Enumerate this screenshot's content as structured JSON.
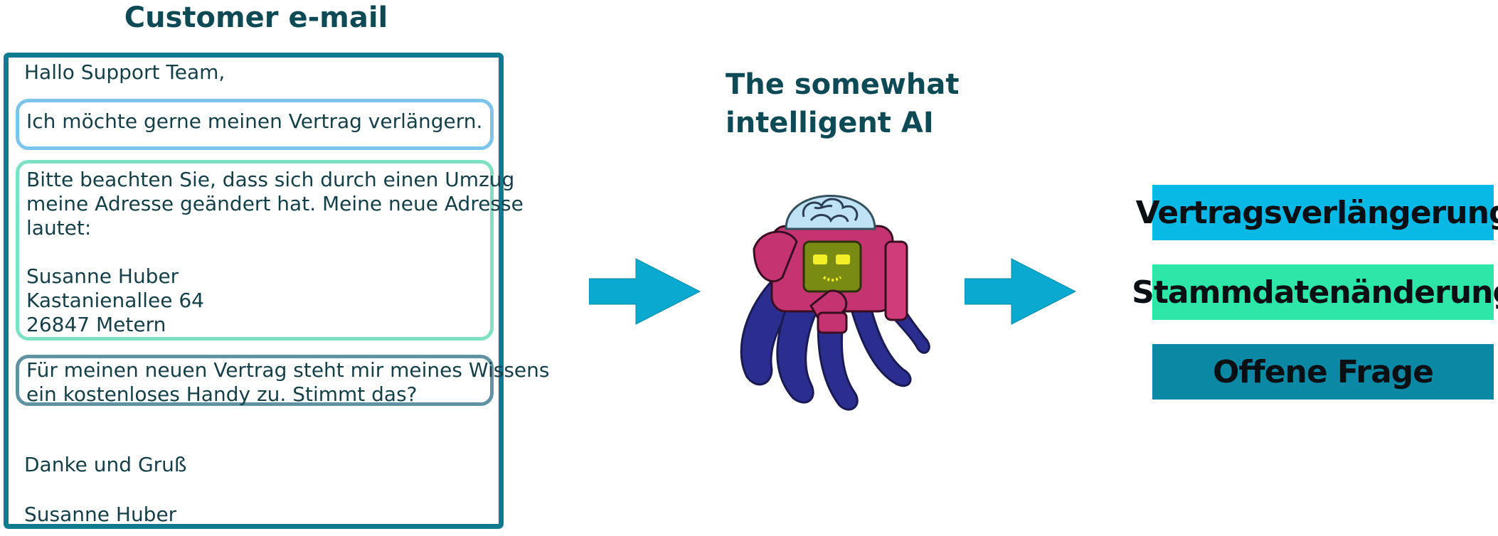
{
  "email": {
    "title": "Customer e-mail",
    "greeting": "Hallo Support Team,",
    "intent_segment": "Ich möchte gerne meinen Vertrag verlängern.",
    "data_segment": [
      "Bitte beachten Sie, dass sich durch einen Umzug",
      "meine Adresse geändert hat. Meine neue Adresse",
      "lautet:",
      "",
      "Susanne Huber",
      "Kastanienallee 64",
      "26847 Metern"
    ],
    "question_segment": [
      "Für meinen neuen Vertrag steht mir meines Wissens",
      "ein kostenloses Handy zu. Stimmt das?"
    ],
    "closing": "Danke und Gruß",
    "signature": "Susanne Huber"
  },
  "ai": {
    "title_line1": "The somewhat",
    "title_line2": "intelligent AI"
  },
  "labels": [
    {
      "text": "Vertragsverlängerung",
      "color": "#08b9e6"
    },
    {
      "text": "Stammdatenänderung",
      "color": "#2ee6a8"
    },
    {
      "text": "Offene Frage",
      "color": "#0b88a3"
    }
  ],
  "colors": {
    "card_border": "#0f7b8e",
    "intent_border": "#7dc4ec",
    "data_border": "#7fe0c4",
    "question_border": "#5f93a3",
    "arrow": "#0aa9cf"
  }
}
